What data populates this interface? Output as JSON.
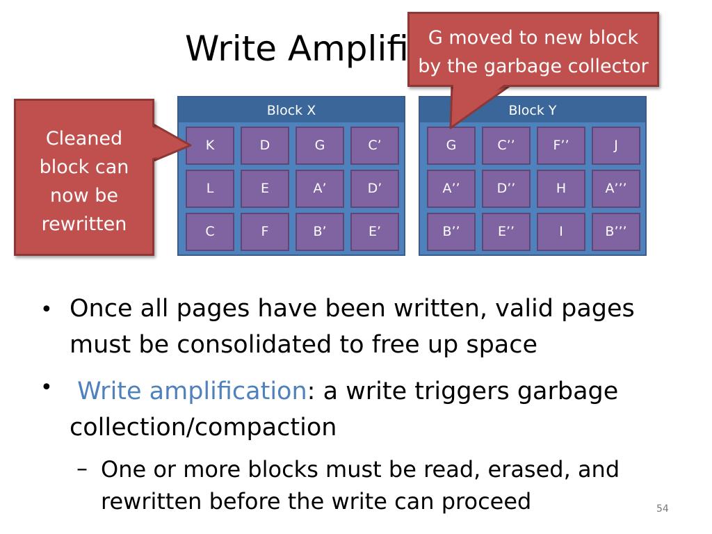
{
  "slide": {
    "title": "Write Amplification",
    "page_number": "54"
  },
  "blocks": [
    {
      "name": "Block X",
      "pages": [
        "K",
        "D",
        "G",
        "C’",
        "L",
        "E",
        "A’",
        "D’",
        "C",
        "F",
        "B’",
        "E’"
      ]
    },
    {
      "name": "Block Y",
      "pages": [
        "G",
        "C’’",
        "F’’",
        "J",
        "A’’",
        "D’’",
        "H",
        "A’’’",
        "B’’",
        "E’’",
        "I",
        "B’’’"
      ]
    }
  ],
  "callouts": {
    "cleaned_lines": [
      "Cleaned",
      "block can",
      "now be",
      "rewritten"
    ],
    "moved_lines": [
      "G moved to new block",
      "by the garbage collector"
    ]
  },
  "bullets": {
    "b1_line1": "Once all pages have been written, valid pages",
    "b1_line2": "must be consolidated to free up space",
    "b2_highlight": "Write amplification",
    "b2_rest": ": a write triggers garbage",
    "b2_line2": "collection/compaction",
    "sub_line1": "One or more blocks must be read, erased, and",
    "sub_line2": "rewritten before the write can proceed"
  },
  "colors": {
    "block_fill": "#4f81bd",
    "page_fill": "#8064a2",
    "callout_fill": "#c0504d",
    "highlight_text": "#4f81bd"
  }
}
